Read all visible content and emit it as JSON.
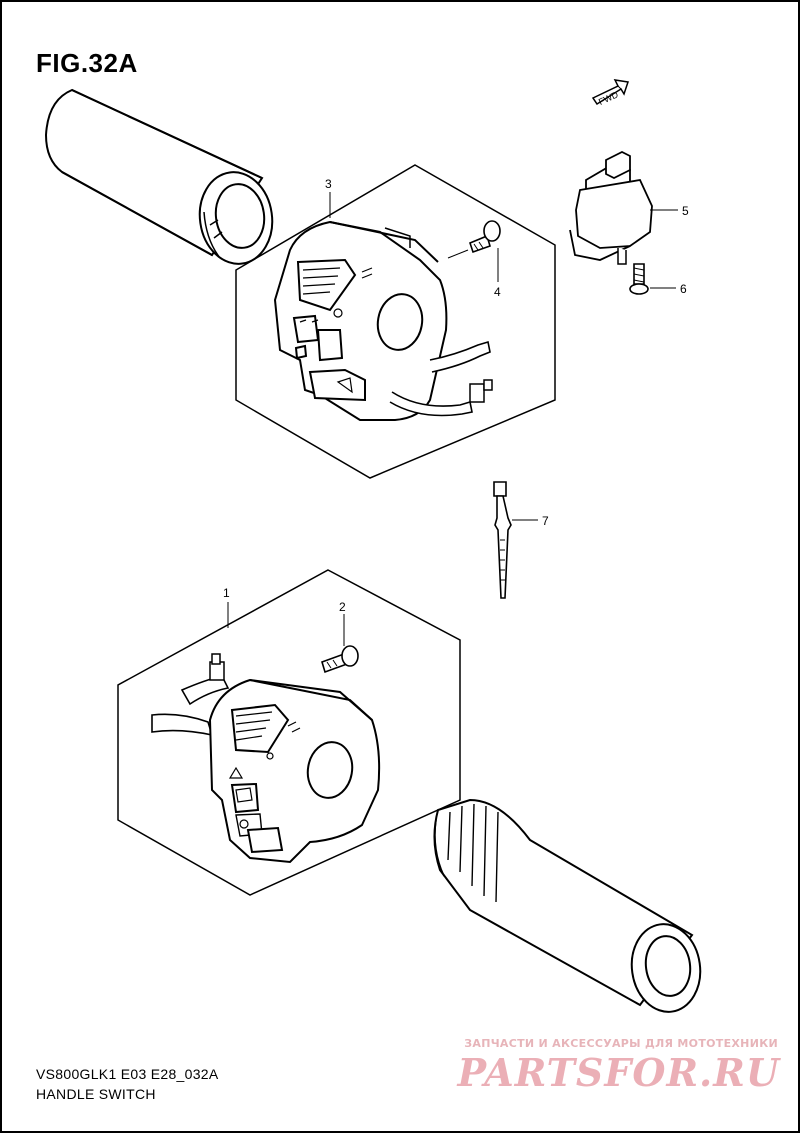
{
  "figure": {
    "title": "FIG.32A",
    "model_code": "VS800GLK1 E03 E28_032A",
    "group_name": "HANDLE SWITCH",
    "fwd_label": "FWD"
  },
  "callouts": [
    "1",
    "2",
    "3",
    "4",
    "5",
    "6",
    "7"
  ],
  "watermark": {
    "tagline": "ЗАПЧАСТИ И АКСЕССУАРЫ ДЛЯ МОТОТЕХНИКИ",
    "brand": "PARTSFOR.RU",
    "color": "#e8a2aa"
  },
  "colors": {
    "line": "#000000",
    "background": "#ffffff",
    "border": "#000000"
  }
}
